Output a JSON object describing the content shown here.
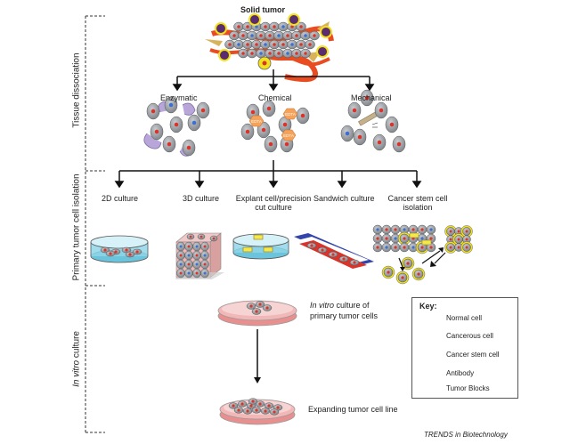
{
  "title": "Solid tumor",
  "stages": {
    "dissociation": "Tissue dissociation",
    "isolation": "Primary tumor cell isolation",
    "culture_prefix": "In vitro",
    "culture_suffix": " culture"
  },
  "methods": {
    "enzymatic": "Enzymatic",
    "chemical": "Chemical",
    "mechanical": "Mechanical",
    "edta": "EDTA"
  },
  "isolation_methods": {
    "culture_2d": "2D culture",
    "culture_3d": "3D culture",
    "explant_line1": "Explant cell/precision",
    "explant_line2": "cut culture",
    "sandwich": "Sandwich culture",
    "csc_line1": "Cancer stem cell",
    "csc_line2": "isolation"
  },
  "culture": {
    "invitro_italic": "In vitro",
    "invitro_rest": " culture of",
    "invitro_line2": "primary tumor cells",
    "expanding": "Expanding tumor cell line"
  },
  "key": {
    "title": "Key:",
    "normal": "Normal cell",
    "cancerous": "Cancerous cell",
    "stem": "Cancer stem cell",
    "antibody": "Antibody",
    "blocks": "Tumor Blocks"
  },
  "colors": {
    "cell_gray": "#9a9ea3",
    "nucleus_blue": "#3c6fd0",
    "nucleus_red": "#d9342b",
    "stem_yellow": "#f2e21c",
    "dish_pink": "#f2b8b8",
    "dish_blue": "#8fd6e8",
    "block_yellow": "#f5e84a",
    "enzyme_purple": "#b8a6d9"
  },
  "footer": "TRENDS in Biotechnology"
}
